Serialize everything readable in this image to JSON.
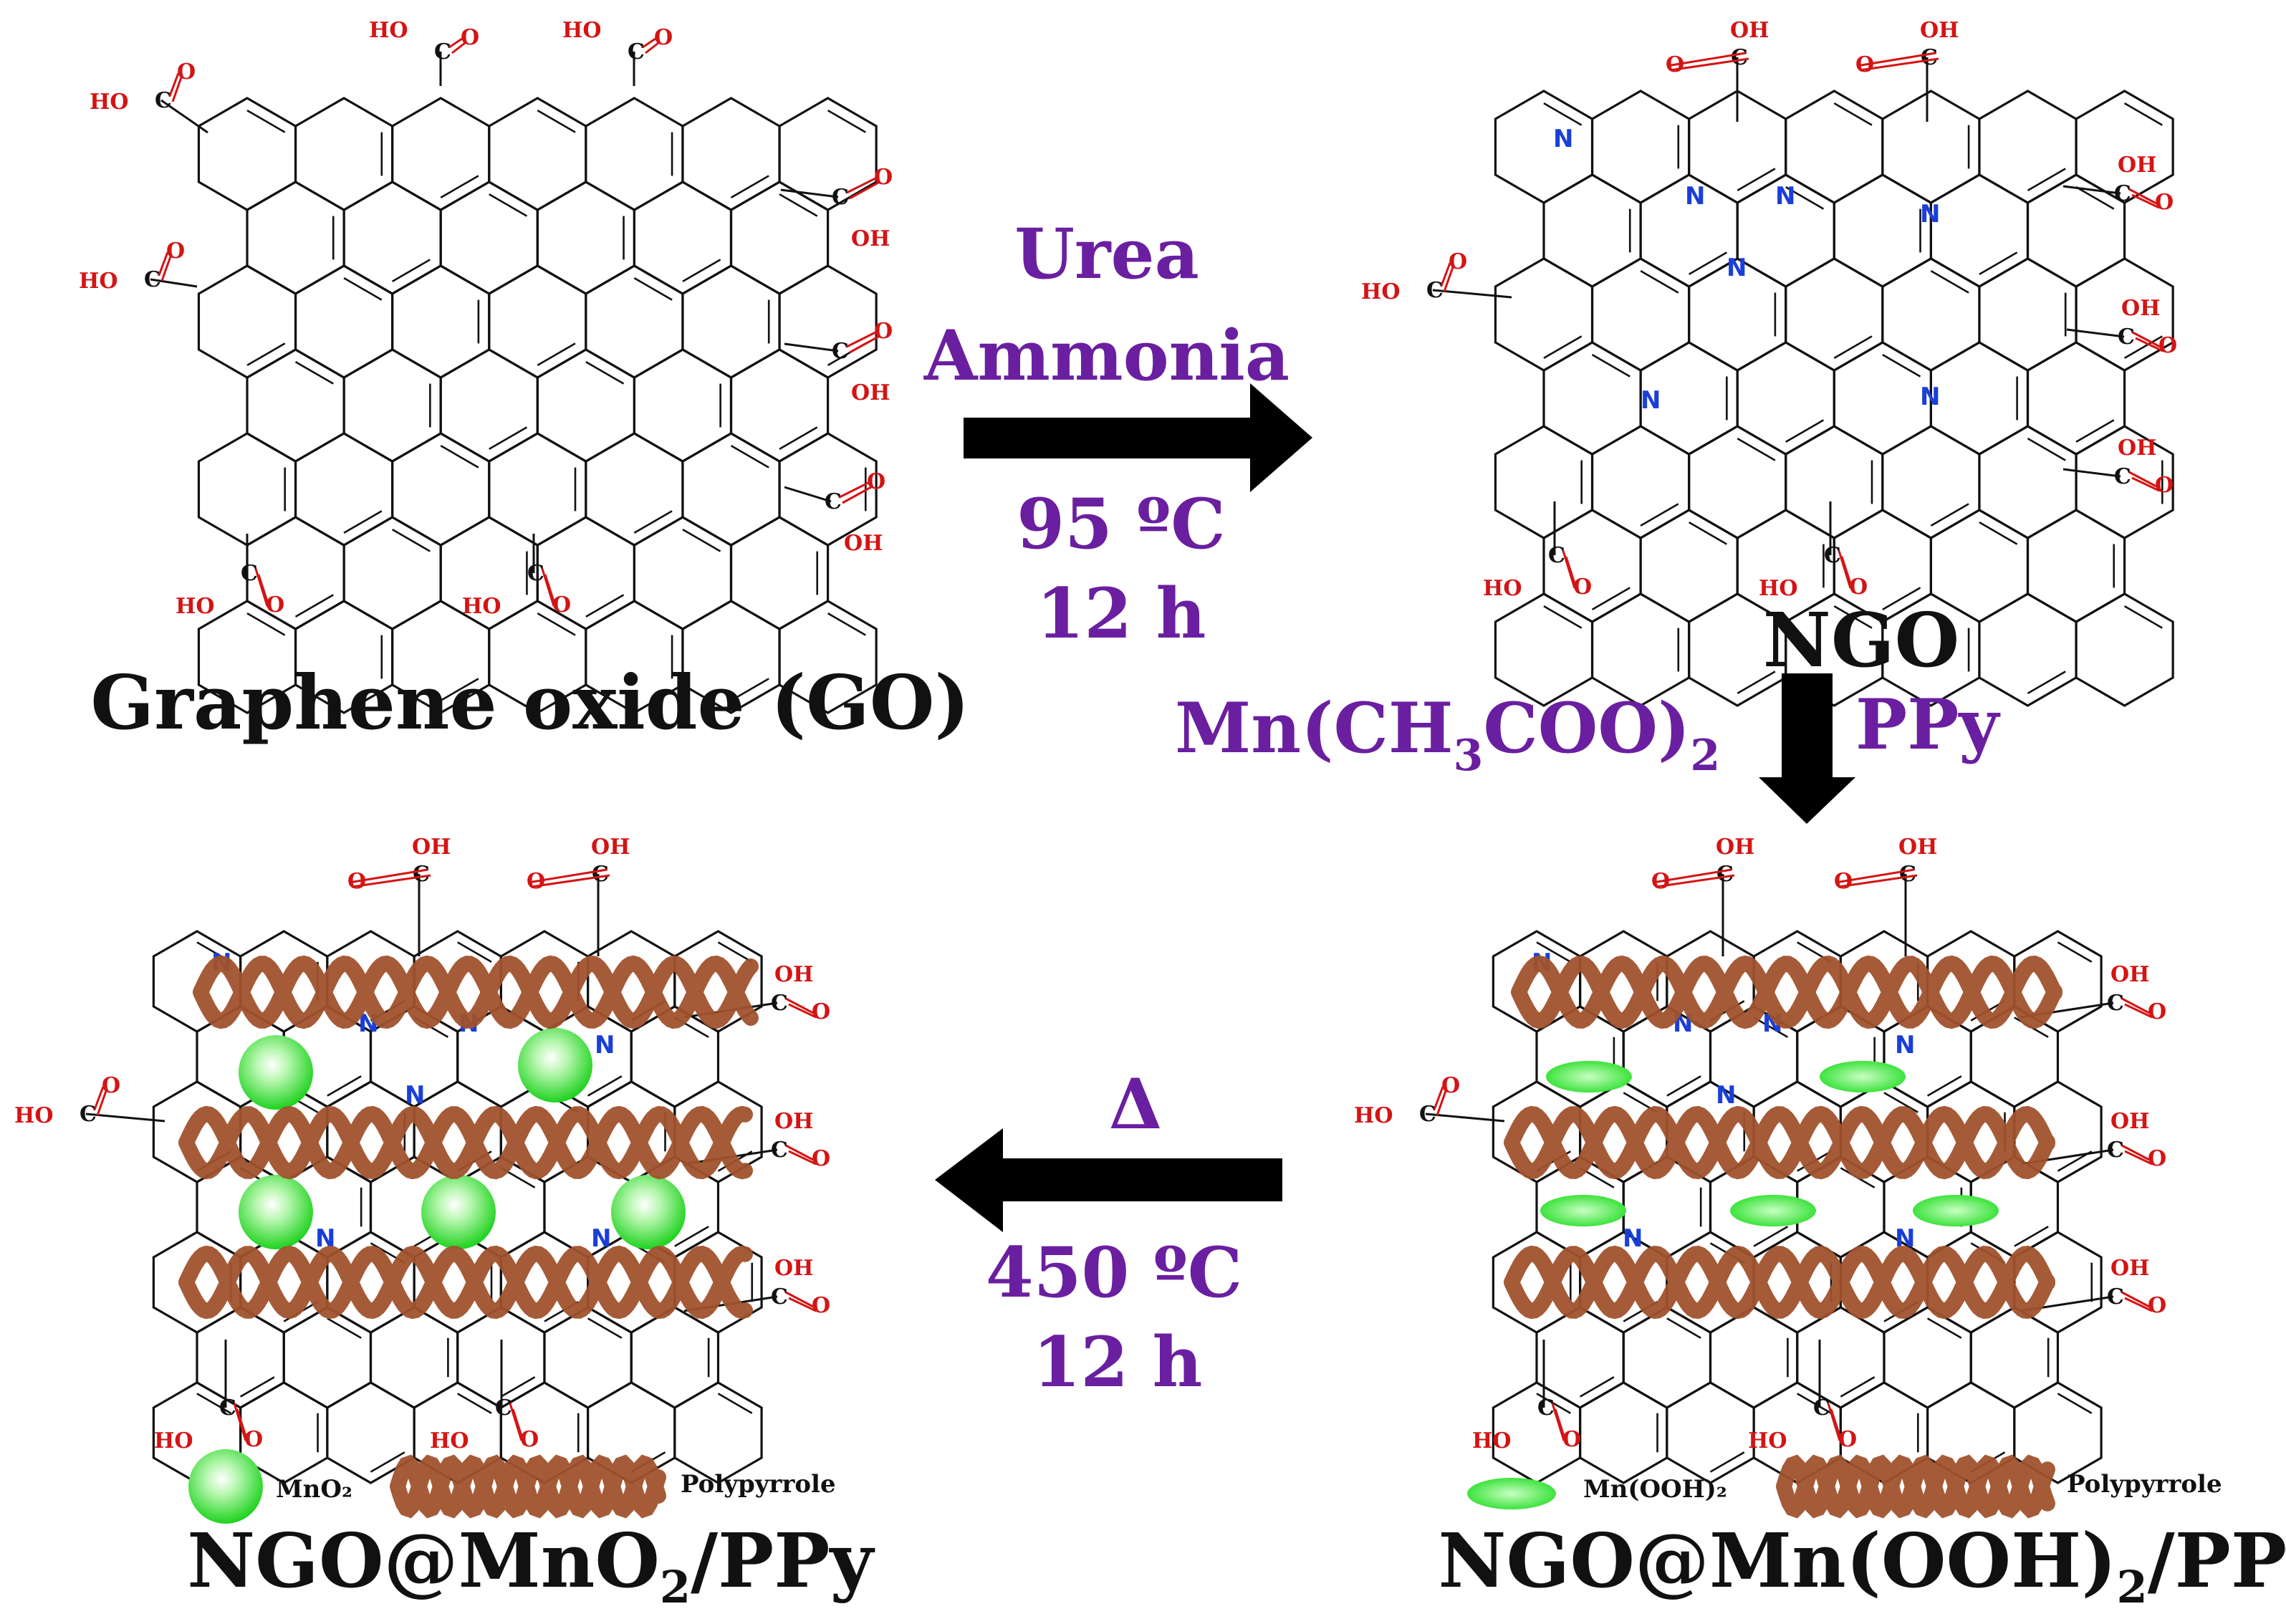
{
  "labels": {
    "go": "Graphene oxide (GO)",
    "ngo": "NGO",
    "ngo_mnooh": "NGO@Mn(OOH)",
    "ngo_mnooh_sub": "2",
    "ngo_mnooh_tail": "/PPy",
    "ngo_mno2": "NGO@MnO",
    "ngo_mno2_sub": "2",
    "ngo_mno2_tail": "/PPy"
  },
  "step1": {
    "line1": "Urea",
    "line2": "Ammonia",
    "temp": "95 ºC",
    "time": "12 h"
  },
  "step2": {
    "reagent": "Mn(CH",
    "reagent_sub1": "3",
    "reagent_mid": "COO)",
    "reagent_sub2": "2",
    "additive": "PPy"
  },
  "step3": {
    "symbol": "Δ",
    "temp": "450 ºC",
    "time": "12 h"
  },
  "legend_left": {
    "particle": "MnO₂",
    "polymer": "Polypyrrole"
  },
  "legend_right": {
    "particle": "Mn(OOH)₂",
    "polymer": "Polypyrrole"
  },
  "atoms": {
    "ho": "HO",
    "oh": "OH",
    "c": "C",
    "o": "O",
    "n": "N"
  },
  "colors": {
    "condition_text": "#6a1fa0",
    "oxygen": "#d41414",
    "nitrogen": "#1a3fd8",
    "polypyrrole": "#a0522d",
    "particle": "#2fe02f",
    "arrow": "#000000"
  }
}
